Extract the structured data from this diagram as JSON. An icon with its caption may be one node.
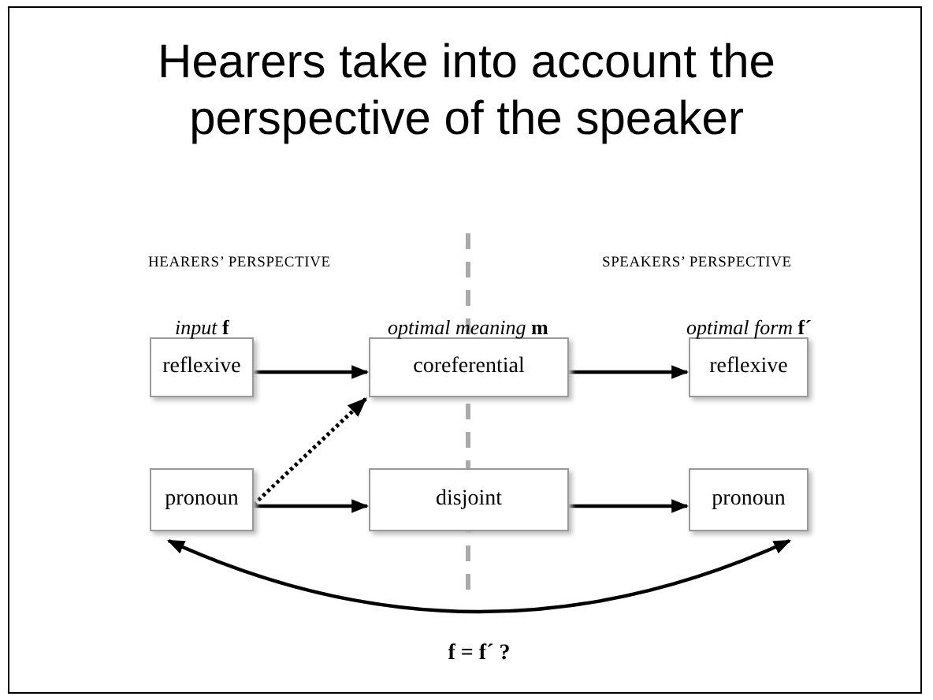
{
  "diagram": {
    "title": "Hearers take into account the perspective of the speaker",
    "nodes": [
      {
        "text": [
          "reflexive"
        ]
      },
      {
        "text": [
          "coreferential"
        ]
      },
      {
        "text": [
          "reflexive"
        ]
      },
      {
        "text": [
          "pronoun"
        ]
      },
      {
        "text": [
          "disjoint"
        ]
      },
      {
        "text": [
          "pronoun"
        ]
      }
    ],
    "edges": [
      {
        "from": 0,
        "to": 1,
        "arrow": "to"
      },
      {
        "from": 1,
        "to": 2,
        "arrow": "to"
      },
      {
        "from": 3,
        "to": 1,
        "arrow": "to",
        "style": "dashed"
      },
      {
        "from": 3,
        "to": 4,
        "arrow": "to"
      },
      {
        "from": 4,
        "to": 5,
        "arrow": "to"
      },
      {
        "from": 3,
        "to": 5,
        "arrow": "both",
        "label": "f = f´ ?"
      }
    ],
    "labels": [
      "HEARERS’ PERSPECTIVE",
      "SPEAKERS’ PERSPECTIVE",
      "*input* **f**",
      "*optimal meaning* **m**",
      "*optimal form* **f´**"
    ]
  }
}
